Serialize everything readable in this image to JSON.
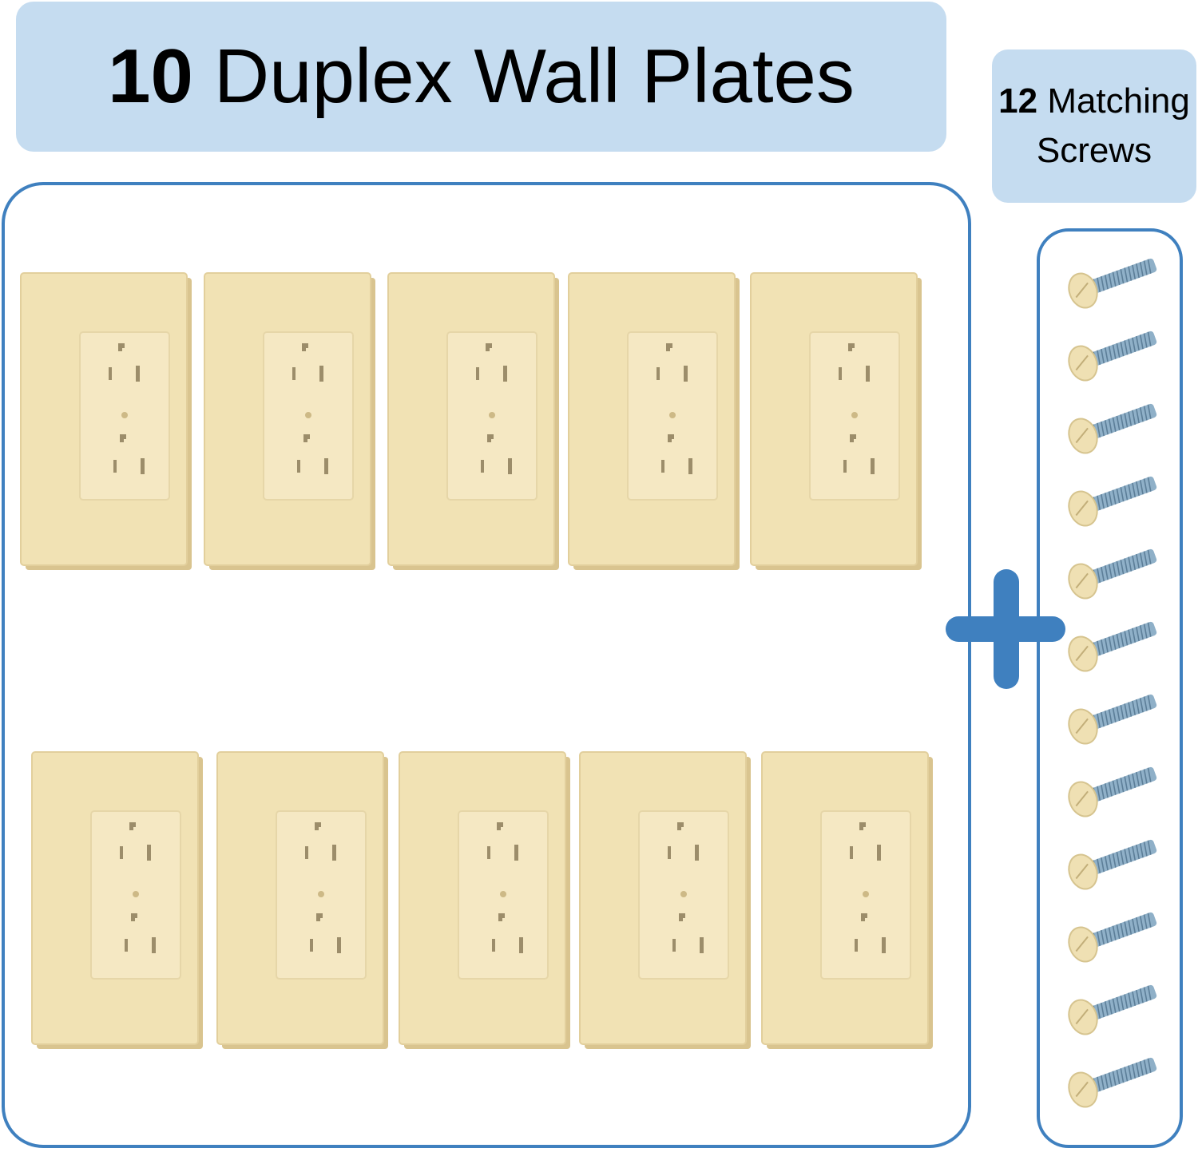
{
  "title": {
    "count": "10",
    "text": "Duplex Wall Plates"
  },
  "screws": {
    "count": "12",
    "label": "Matching",
    "line2": "Screws"
  },
  "colors": {
    "banner": "#c5dcf0",
    "frame": "#3f80bf",
    "plate": "#f1e2b4",
    "screw_head": "#efe0b3",
    "screw_thread": "#8fb0c8"
  },
  "icons": {
    "plus": "plus-icon",
    "plate": "duplex-wall-plate-icon",
    "screw": "screw-icon"
  },
  "plate_quantity": 10,
  "screw_quantity": 12
}
